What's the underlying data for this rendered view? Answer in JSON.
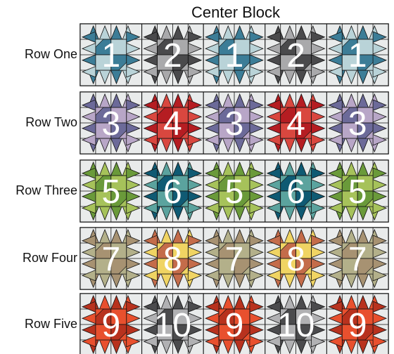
{
  "title": "Center Block",
  "rows": [
    {
      "label": "Row One",
      "blocks": [
        {
          "number": "1",
          "dark": "#3c7d97",
          "light": "#b9d3d8"
        },
        {
          "number": "2",
          "dark": "#4a4a4c",
          "light": "#a9a9ab"
        },
        {
          "number": "1",
          "dark": "#3c7d97",
          "light": "#b9d3d8"
        },
        {
          "number": "2",
          "dark": "#4a4a4c",
          "light": "#a9a9ab"
        },
        {
          "number": "1",
          "dark": "#3c7d97",
          "light": "#b9d3d8"
        }
      ]
    },
    {
      "label": "Row Two",
      "blocks": [
        {
          "number": "3",
          "dark": "#6c6a99",
          "light": "#b8a6c7"
        },
        {
          "number": "4",
          "dark": "#b51d22",
          "light": "#d9473f"
        },
        {
          "number": "3",
          "dark": "#6c6a99",
          "light": "#b8a6c7"
        },
        {
          "number": "4",
          "dark": "#b51d22",
          "light": "#d9473f"
        },
        {
          "number": "3",
          "dark": "#6c6a99",
          "light": "#b8a6c7"
        }
      ]
    },
    {
      "label": "Row Three",
      "blocks": [
        {
          "number": "5",
          "dark": "#6a9a3a",
          "light": "#a6c25a"
        },
        {
          "number": "6",
          "dark": "#0f5a73",
          "light": "#5ba39e"
        },
        {
          "number": "5",
          "dark": "#6a9a3a",
          "light": "#a6c25a"
        },
        {
          "number": "6",
          "dark": "#0f5a73",
          "light": "#5ba39e"
        },
        {
          "number": "5",
          "dark": "#6a9a3a",
          "light": "#a6c25a"
        }
      ]
    },
    {
      "label": "Row Four",
      "blocks": [
        {
          "number": "7",
          "dark": "#a79272",
          "light": "#b3b08a"
        },
        {
          "number": "8",
          "dark": "#c46c4a",
          "light": "#f0d463"
        },
        {
          "number": "7",
          "dark": "#a79272",
          "light": "#b3b08a"
        },
        {
          "number": "8",
          "dark": "#c46c4a",
          "light": "#f0d463"
        },
        {
          "number": "7",
          "dark": "#a79272",
          "light": "#b3b08a"
        }
      ]
    },
    {
      "label": "Row Five",
      "blocks": [
        {
          "number": "9",
          "dark": "#b8321e",
          "light": "#e8502e"
        },
        {
          "number": "10",
          "dark": "#4b4b4d",
          "light": "#b1b1b3"
        },
        {
          "number": "9",
          "dark": "#b8321e",
          "light": "#e8502e"
        },
        {
          "number": "10",
          "dark": "#4b4b4d",
          "light": "#b1b1b3"
        },
        {
          "number": "9",
          "dark": "#b8321e",
          "light": "#e8502e"
        }
      ]
    }
  ],
  "colors": {
    "background_square": "#e9ebeb",
    "outline": "#111111",
    "number_text": "#ffffff"
  }
}
